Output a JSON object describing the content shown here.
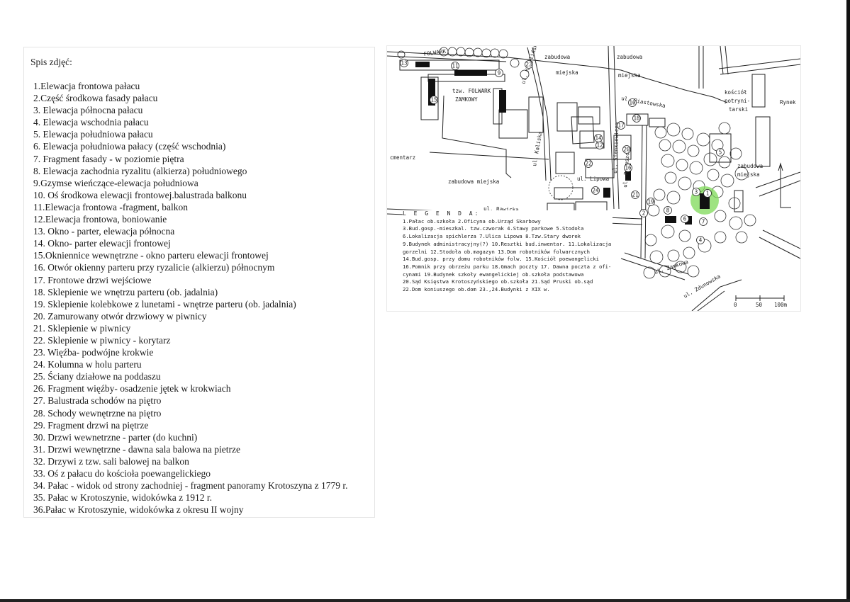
{
  "list_title": "Spis zdjęć:",
  "photos": [
    "1.Elewacja frontowa  pałacu",
    "2.Część środkowa  fasady pałacu",
    "3. Elewacja północna pałacu",
    "4. Elewacja wschodnia pałacu",
    "5. Elewacja południowa pałacu",
    "6. Elewacja południowa pałacy (część wschodnia)",
    "7. Fragment fasady - w poziomie piętra",
    "8. Elewacja zachodnia ryzalitu (alkierza) południowego",
    "9.Gzymse wieńczące-elewacja południowa",
    "10. Oś środkowa elewacji frontowej.balustrada balkonu",
    "11.Elewacja frontowa -fragment, balkon",
    "12.Elewacja frontowa, boniowanie",
    "13. Okno - parter, elewacja północna",
    "14. Okno- parter elewacji frontowej",
    "15.Okniennice wewnętrzne - okno parteru elewacji frontowej",
    "16. Otwór  okienny parteru przy ryzalicie (alkierzu) północnym",
    "17. Frontowe drzwi wejściowe",
    "18. Sklepienie we wnętrzu parteru (ob. jadalnia)",
    "19. Sklepienie kolebkowe z lunetami - wnętrze parteru (ob. jadalnia)",
    "20. Zamurowany otwór drzwiowy w piwnicy",
    "21. Sklepienie w piwnicy",
    "22. Sklepienie w piwnicy - korytarz",
    "23. Więźba- podwójne krokwie",
    "24. Kolumna w holu parteru",
    "25. Ściany działowe na poddaszu",
    "26. Fragment więźby- osadzenie jętek w krokwiach",
    "27. Balustrada schodów na piętro",
    "28. Schody wewnętrzne na piętro",
    "29. Fragment drzwi na piętrze",
    "30. Drzwi wewnetrzne - parter (do kuchni)",
    "31. Drzwi wewnętrzne - dawna sala balowa na pietrze",
    "32. Drzywi z tzw. sali balowej na balkon",
    "33. Oś z pałacu do kościoła poewangelickiego",
    "34. Pałac - widok od strony zachodniej - fragment panoramy Krotoszyna z 1779 r.",
    "35. Pałac w Krotoszynie, widokówka z 1912 r.",
    "36.Pałac w Krotoszynie, widokówka z okresu II wojny"
  ],
  "map": {
    "labels": {
      "folwark": "FOLWARK",
      "zabudowa1": "zabudowa",
      "miejska1": "miejska",
      "zabudowa2": "zabudowa",
      "miejska2": "miejska",
      "kosciol1": "kościół",
      "kosciol2": "potryni-",
      "kosciol3": "tarski",
      "rynek": "Rynek",
      "folwark_name1": "tzw. FOLWARK",
      "folwark_name2": "ZAMKOWY",
      "piastowska": "ul. Piastowska",
      "cmentarz": "cmentarz",
      "zabudowa_miejska": "zabudowa miejska",
      "zabudowa3": "zabudowa",
      "miejska3": "miejska",
      "lipowa": "ul. Lipowa",
      "kaliska": "ul. Kaliska",
      "kobylinska": "ul. Kobylińska",
      "zamkowa": "ul. Zamkowa",
      "zdunowska": "ul. Zdunowska",
      "ratuszowa": "ul. Ratuszowa",
      "sienkiewicza": "ul. Sienkiewicza",
      "rawicka": "ul. Rawicka",
      "scale0": "0",
      "scale50": "50",
      "scale100": "100m"
    },
    "numbers": [
      "13",
      "11",
      "9",
      "15",
      "23",
      "18",
      "12",
      "16",
      "24",
      "10",
      "14",
      "21",
      "3",
      "1",
      "7",
      "2",
      "6",
      "4",
      "5",
      "8",
      "17",
      "19",
      "20",
      "22"
    ],
    "legend_title": "L E G E N D A:",
    "legend_lines": [
      "1.Pałac ob.szkoła  2.Oficyna ob.Urząd Skarbowy",
      "3.Bud.gosp.-mieszkal. tzw.czworak  4.Stawy parkowe 5.Stodoła",
      "6.Lokalizacja spichlerza  7.Ulica Lipowa 8.Tzw.Stary dworek",
      "9.Budynek administracyjny(?) 10.Resztki bud.inwentar. 11.Lokalizacja",
      "gorzelni  12.Stodoła ob.magazyn 13.Dom robotników folwarcznych",
      "14.Bud.gosp. przy domu robotników folw. 15.Kościół poewangelicki",
      "16.Pomnik przy obrzeżu parku  18.Gmach poczty 17. Dawna poczta z ofi-",
      "cynami  19.Budynek szkoły ewangelickiej ob.szkoła podstawowa",
      "20.Sąd Księstwa Krotoszyńskiego ob.szkoła  21.Sąd Pruski ob.sąd",
      "22.Dom koniuszego ob.dom  23.,24.Budynki z XIX w."
    ],
    "highlight_color": "#7ed957"
  }
}
